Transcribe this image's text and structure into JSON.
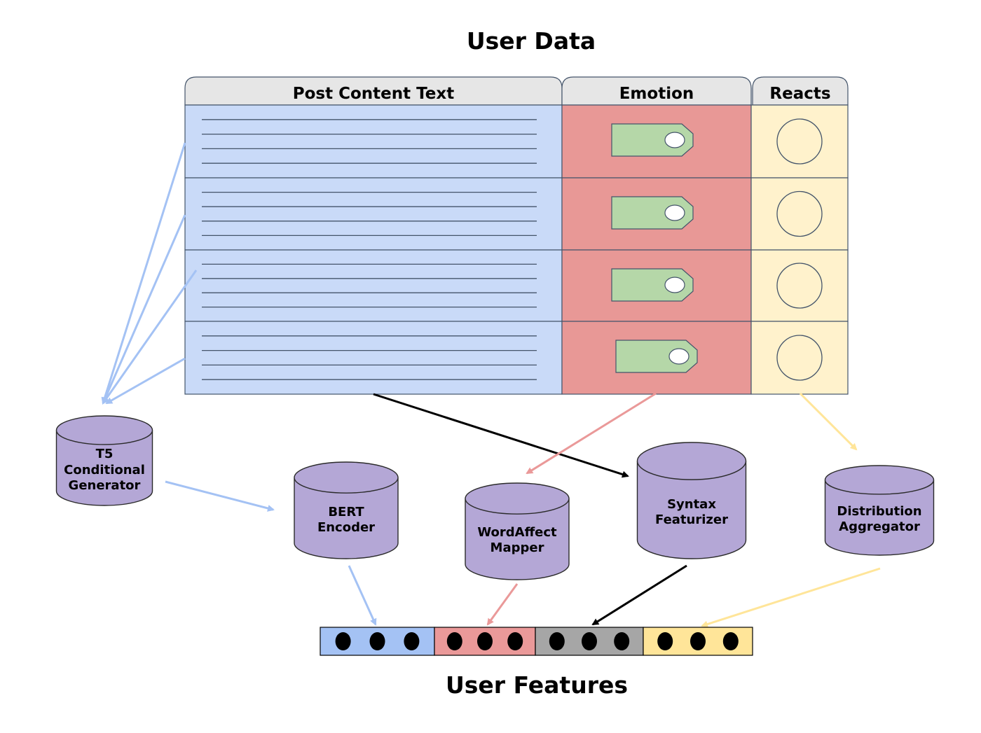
{
  "diagram": {
    "title": "User Data",
    "footer_title": "User Features",
    "table": {
      "columns": [
        "Post Content Text",
        "Emotion",
        "Reacts"
      ],
      "row_count": 4,
      "colors": {
        "post_fill": "#c9daf8",
        "emotion_fill": "#e89896",
        "tag_fill": "#b5d7a8",
        "reacts_fill": "#fff2cc",
        "header_fill": "#e6e6e6"
      }
    },
    "components": {
      "t5": [
        "T5",
        "Conditional",
        "Generator"
      ],
      "bert": [
        "BERT",
        "Encoder"
      ],
      "wordaffect": [
        "WordAffect",
        "Mapper"
      ],
      "syntax": [
        "Syntax",
        "Featurizer"
      ],
      "distribution": [
        "Distribution",
        "Aggregator"
      ]
    },
    "component_color": "#b4a7d6",
    "feature_vector": {
      "segments": [
        {
          "name": "bert-features",
          "color": "#a4c2f4",
          "dots": 3
        },
        {
          "name": "wordaffect-features",
          "color": "#ea9999",
          "dots": 3
        },
        {
          "name": "syntax-features",
          "color": "#a6a6a6",
          "dots": 3
        },
        {
          "name": "distribution-features",
          "color": "#ffe599",
          "dots": 3
        }
      ]
    },
    "arrow_colors": {
      "blue": "#a4c2f4",
      "red": "#ea9999",
      "yellow": "#ffe599",
      "black": "#000000"
    }
  }
}
